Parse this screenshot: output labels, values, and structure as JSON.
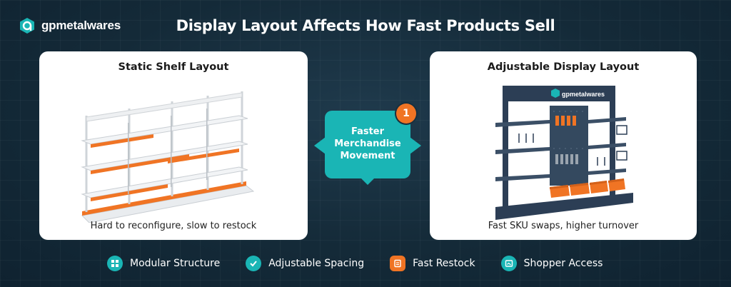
{
  "brand": {
    "name": "gpmetalwares",
    "color": "#1ab5b5"
  },
  "headline": "Display Layout Affects How Fast Products Sell",
  "panels": {
    "left": {
      "title": "Static Shelf Layout",
      "caption": "Hard to reconfigure, slow to restock"
    },
    "right": {
      "title": "Adjustable Display Layout",
      "caption": "Fast SKU swaps, higher turnover",
      "sign_text": "gpmetalwares"
    }
  },
  "callout": {
    "badge": "1",
    "text": "Faster Merchandise Movement"
  },
  "features": [
    {
      "label": "Modular Structure",
      "icon": "modular-icon"
    },
    {
      "label": "Adjustable Spacing",
      "icon": "check-icon"
    },
    {
      "label": "Fast Restock",
      "icon": "clipboard-icon"
    },
    {
      "label": "Shopper Access",
      "icon": "shopper-icon"
    }
  ],
  "colors": {
    "accent": "#1ab5b5",
    "orange": "#f07424",
    "background": "#142a38",
    "panel_dark": "#2c3e55"
  }
}
